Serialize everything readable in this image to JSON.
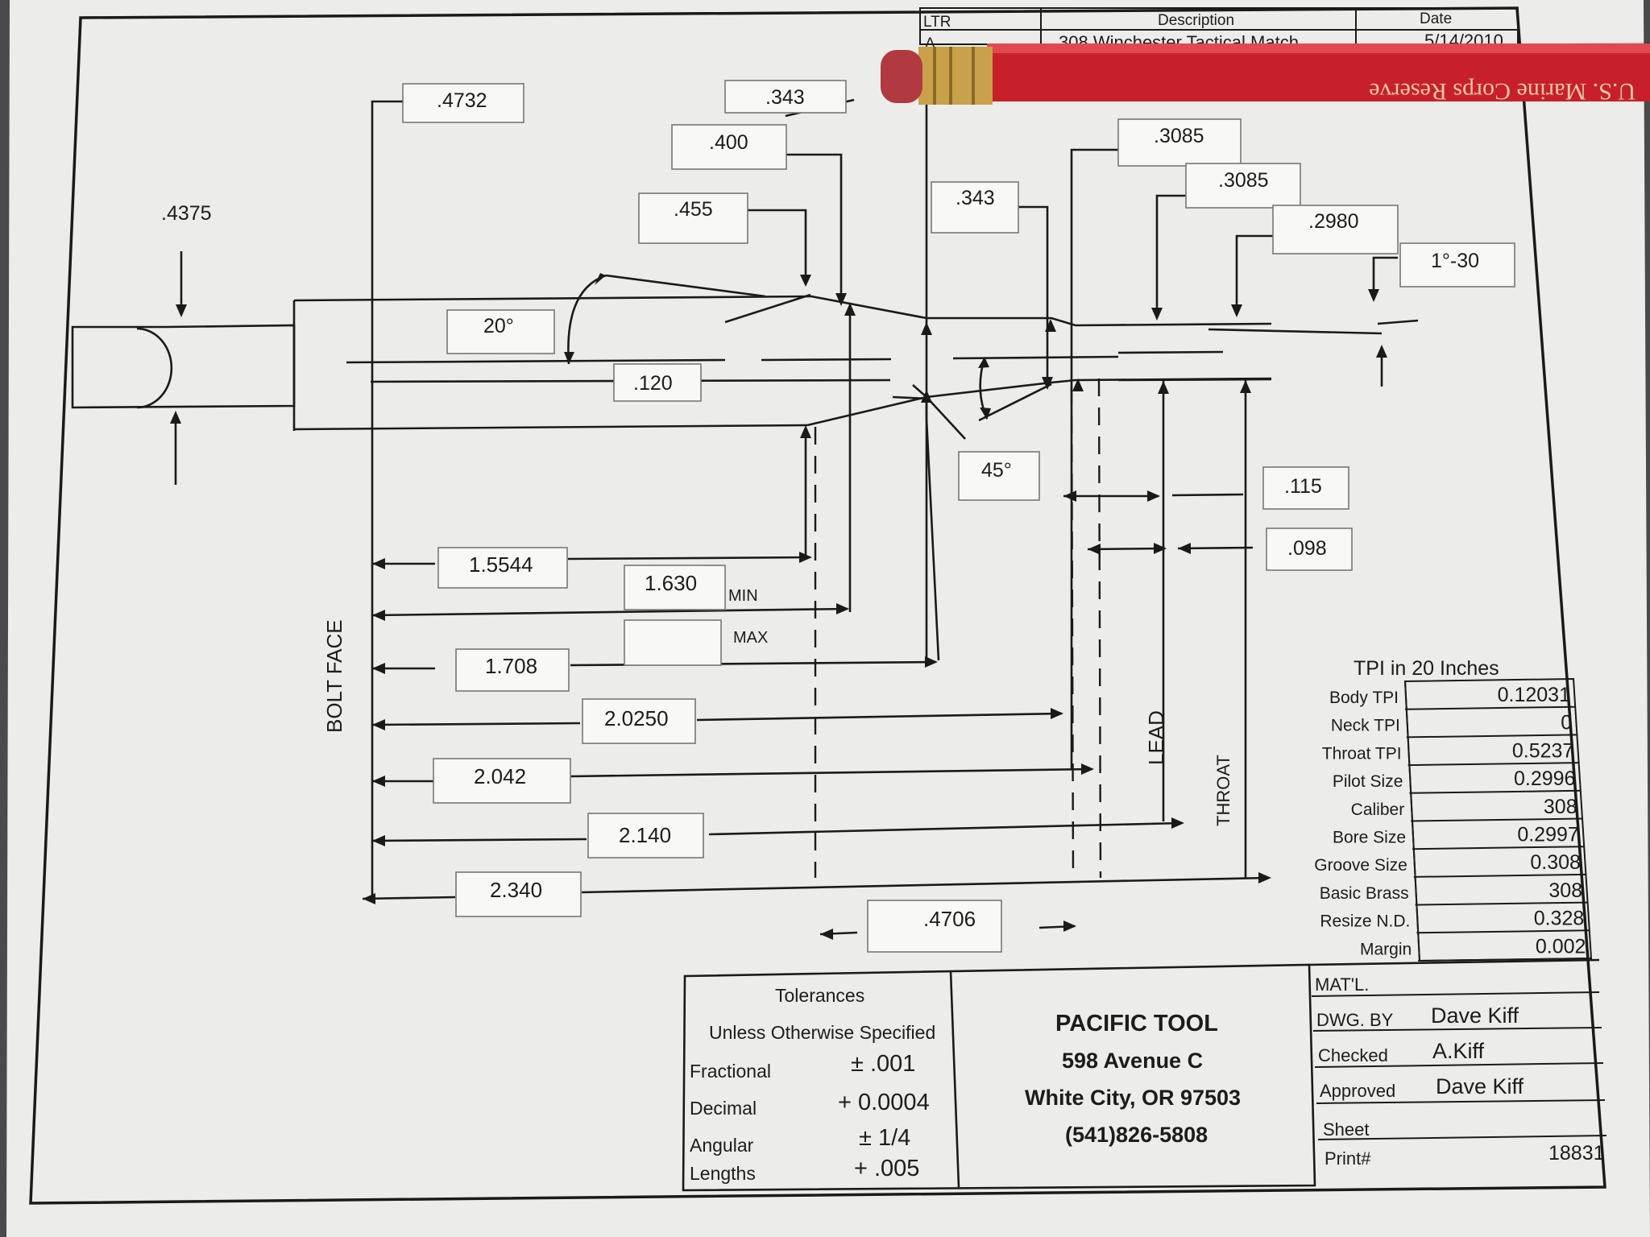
{
  "revision_block": {
    "headers": [
      "LTR",
      "Description",
      "Date"
    ],
    "row": {
      "ltr": "A",
      "description": "308 Winchester Tactical Match",
      "date": "5/14/2010"
    }
  },
  "pencil": {
    "imprint": "U.S. Marine Corps Reserve",
    "color": "#c8202a"
  },
  "dimensions": {
    "shank_dia": ".4375",
    "base_dia": ".4732",
    "shoulder_front_dia": ".343",
    "shoulder_dia": ".400",
    "body_dia": ".455",
    "neck_dia": ".343",
    "throat_dia_1": ".3085",
    "throat_dia_2": ".3085",
    "lead_dia": ".2980",
    "lead_angle": "1°-30",
    "shoulder_angle": "20°",
    "shoulder_offset": ".120",
    "neck_angle": "45°",
    "throat_len": ".115",
    "lead_len": ".098",
    "len_1": "1.5544",
    "len_2": "1.630",
    "len_2_min": "MIN",
    "len_2_max": "MAX",
    "len_3": "1.708",
    "len_4": "2.0250",
    "len_5": "2.042",
    "len_6": "2.140",
    "len_7": "2.340",
    "neck_len": ".4706"
  },
  "labels": {
    "bolt_face": "BOLT FACE",
    "lead": "LEAD",
    "throat": "THROAT"
  },
  "tpi_table": {
    "title": "TPI in 20 Inches",
    "rows": [
      {
        "label": "Body TPI",
        "value": "0.12031"
      },
      {
        "label": "Neck TPI",
        "value": "0"
      },
      {
        "label": "Throat TPI",
        "value": "0.5237"
      },
      {
        "label": "Pilot Size",
        "value": "0.2996"
      },
      {
        "label": "Caliber",
        "value": "308"
      },
      {
        "label": "Bore Size",
        "value": "0.2997"
      },
      {
        "label": "Groove Size",
        "value": "0.308"
      },
      {
        "label": "Basic Brass",
        "value": "308"
      },
      {
        "label": "Resize N.D.",
        "value": "0.328"
      },
      {
        "label": "Margin",
        "value": "0.002"
      }
    ]
  },
  "tolerances": {
    "title": "Tolerances",
    "subtitle": "Unless Otherwise Specified",
    "rows": [
      {
        "label": "Fractional",
        "value": "± .001"
      },
      {
        "label": "Decimal",
        "value": "+ 0.0004"
      },
      {
        "label": "Angular",
        "value": "± 1/4"
      },
      {
        "label": "Lengths",
        "value": "+ .005"
      }
    ]
  },
  "company": {
    "name": "PACIFIC TOOL",
    "address": "598 Avenue C",
    "city": "White City, OR 97503",
    "phone": "(541)826-5808"
  },
  "title_block": {
    "matl_label": "MAT'L.",
    "dwg_by_label": "DWG. BY",
    "dwg_by": "Dave Kiff",
    "checked_label": "Checked",
    "checked": "A.Kiff",
    "approved_label": "Approved",
    "approved": "Dave Kiff",
    "sheet_label": "Sheet",
    "print_label": "Print#",
    "print": "18831"
  }
}
